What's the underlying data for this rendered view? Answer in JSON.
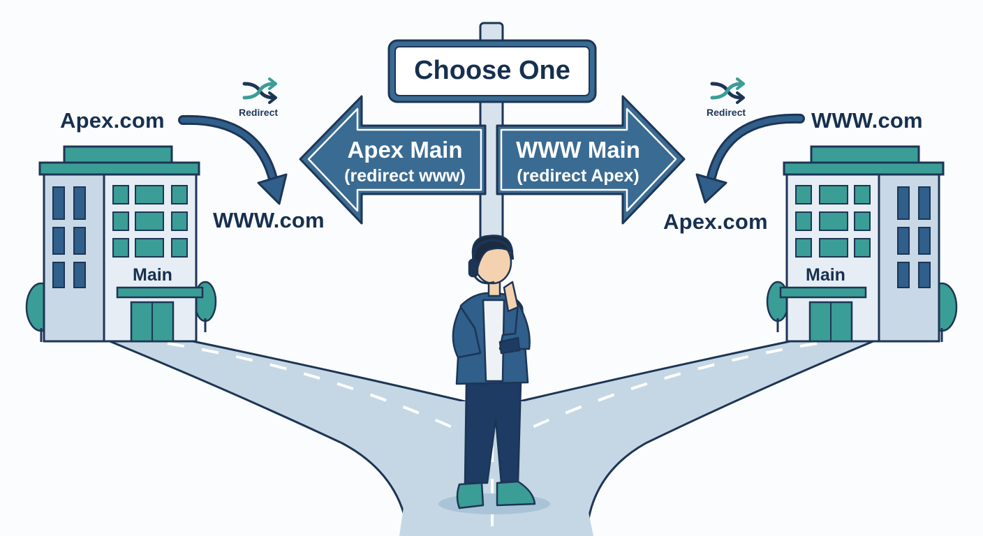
{
  "title": "Choose One",
  "left_arrow": {
    "main": "Apex Main",
    "sub": "(redirect www)"
  },
  "right_arrow": {
    "main": "WWW Main",
    "sub": "(redirect Apex)"
  },
  "left_side": {
    "from_domain": "Apex.com",
    "to_domain": "WWW.com",
    "redirect_label": "Redirect",
    "redirect_icon": "shuffle-icon",
    "building_label": "Main"
  },
  "right_side": {
    "from_domain": "WWW.com",
    "to_domain": "Apex.com",
    "redirect_label": "Redirect",
    "redirect_icon": "shuffle-icon",
    "building_label": "Main"
  },
  "colors": {
    "navy": "#1d3555",
    "sign_blue": "#3a6b92",
    "teal": "#3a9d96",
    "road": "#c5d7e4",
    "building": "#e6edf4"
  }
}
